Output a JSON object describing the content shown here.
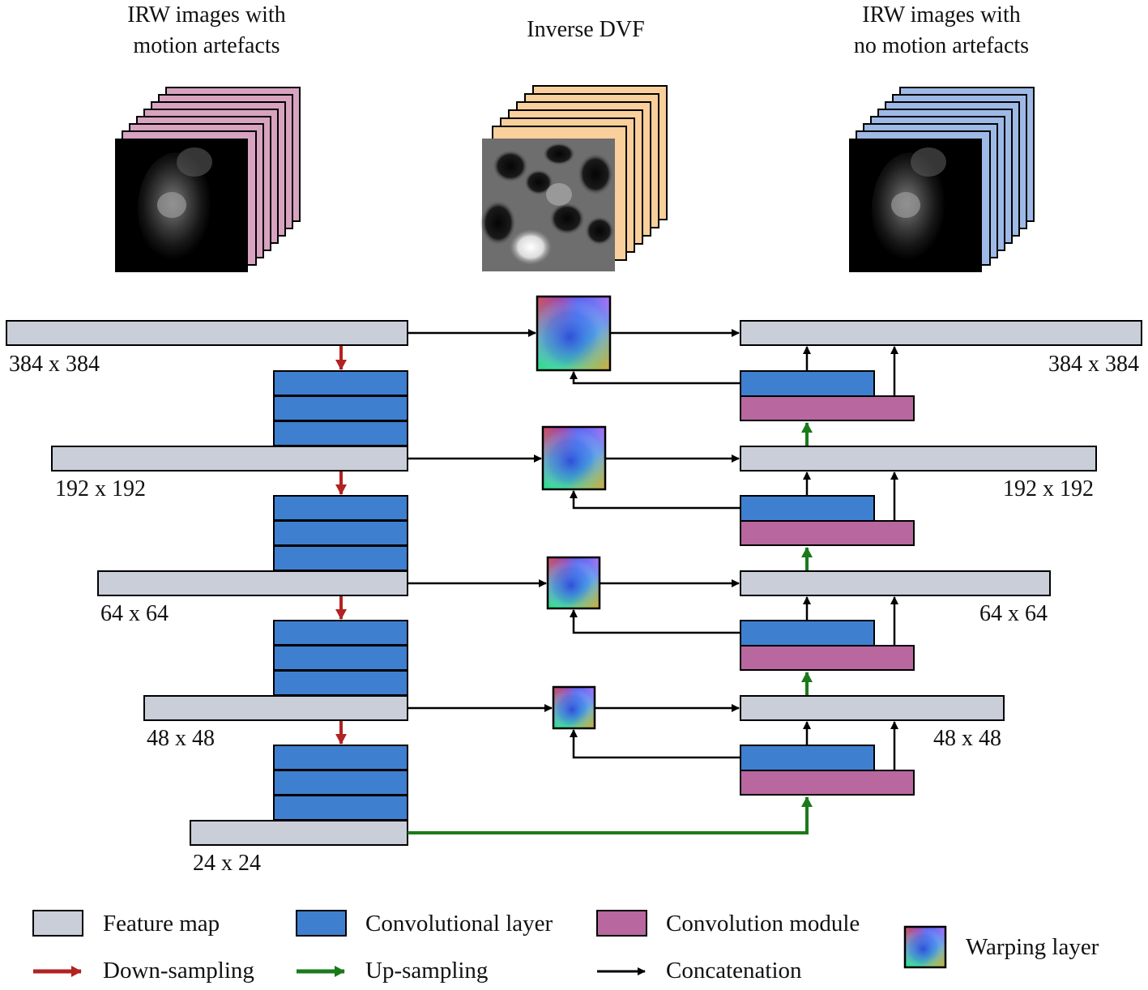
{
  "headers": {
    "input": [
      "IRW images with",
      "motion artefacts"
    ],
    "dvf": "Inverse DVF",
    "output": [
      "IRW images with",
      "no motion artefacts"
    ]
  },
  "encoder_sizes": [
    "384 x 384",
    "192 x 192",
    "64 x 64",
    "48 x 48",
    "24 x 24"
  ],
  "decoder_sizes": [
    "384 x 384",
    "192 x 192",
    "64 x 64",
    "48 x 48"
  ],
  "legend": {
    "feature_map": "Feature map",
    "conv_layer": "Convolutional layer",
    "conv_module": "Convolution module",
    "warping_layer": "Warping layer",
    "down_sampling": "Down-sampling",
    "up_sampling": "Up-sampling",
    "concatenation": "Concatenation"
  },
  "colors": {
    "feature_map": "#c9ced9",
    "conv_layer": "#3f7fcf",
    "conv_module": "#b8679f",
    "down_arrow": "#b22222",
    "up_arrow": "#1a7a1a",
    "concat_arrow": "#000000",
    "input_stack": "#d7a3c0",
    "dvf_stack": "#f9cf9c",
    "output_stack": "#9eb9e6"
  }
}
